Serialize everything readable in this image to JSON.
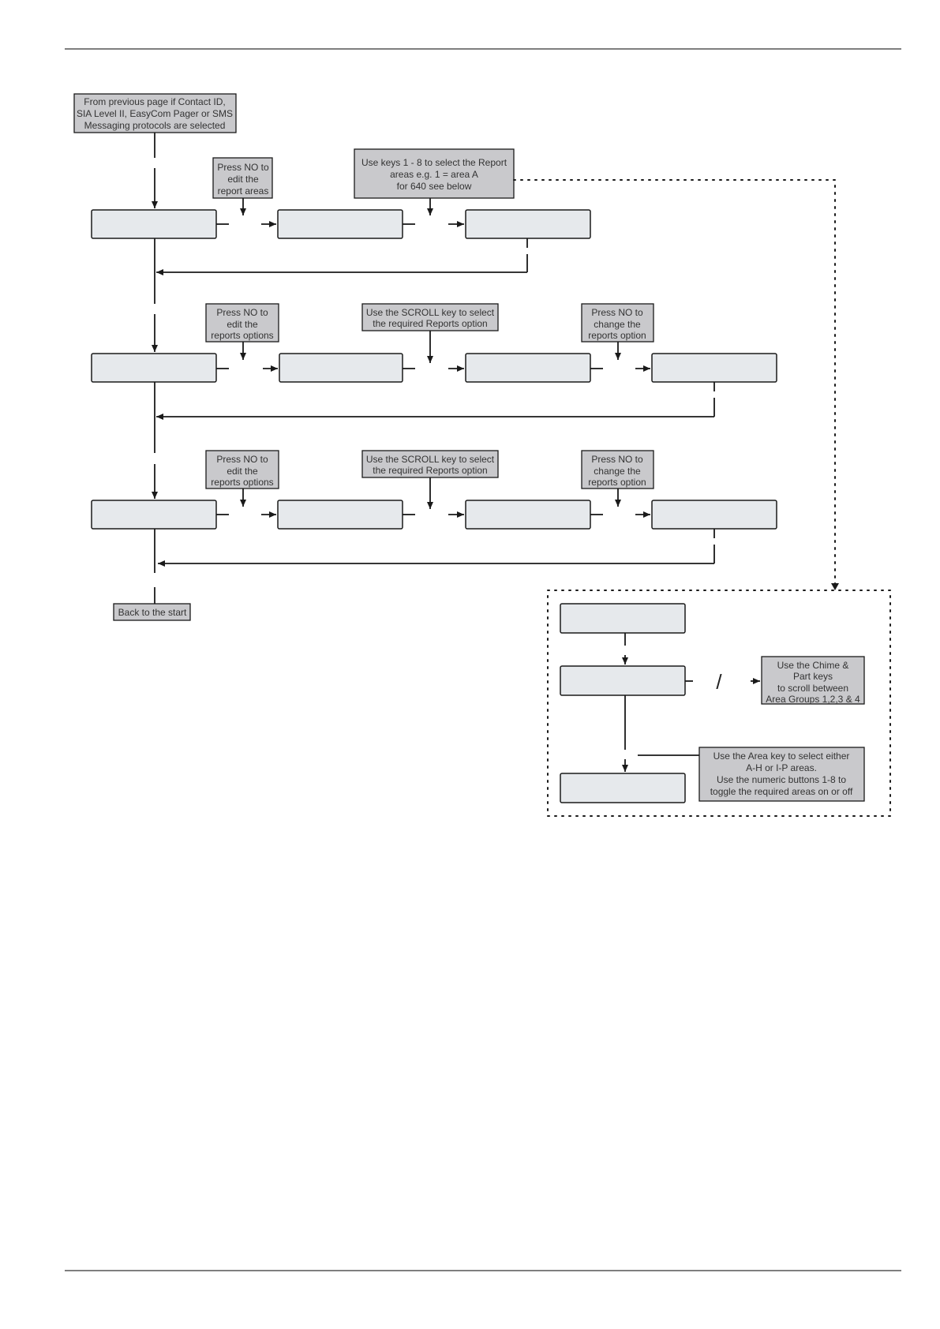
{
  "colors": {
    "display_fill": "#e6e9ec",
    "note_fill": "#c9c9cc",
    "line": "#1a1a1a"
  },
  "notes": {
    "start": [
      "From previous page if Contact ID,",
      "SIA Level II, EasyCom Pager or SMS",
      "Messaging protocols are selected"
    ],
    "row1_press_no": [
      "Press NO to",
      "edit the",
      "report areas"
    ],
    "row1_use_keys": [
      "Use keys 1 - 8 to select the Report",
      "areas e.g.  1 = area A",
      "for 640 see below"
    ],
    "row2_press_no": [
      "Press NO to",
      "edit the",
      "reports options"
    ],
    "row2_scroll": [
      "Use the SCROLL key to select",
      "the required Reports option"
    ],
    "row2_change": [
      "Press NO to",
      "change the",
      "reports option"
    ],
    "row3_press_no": [
      "Press NO to",
      "edit the",
      "reports options"
    ],
    "row3_scroll": [
      "Use the SCROLL key to select",
      "the required Reports option"
    ],
    "row3_change": [
      "Press NO to",
      "change the",
      "reports option"
    ],
    "back": [
      "Back to the start"
    ],
    "chime_part": [
      "Use the Chime &",
      "Part keys",
      "to scroll between",
      "Area Groups 1,2,3 & 4"
    ],
    "area_key": [
      "Use the Area key to select either",
      "A-H or I-P areas.",
      "Use the numeric buttons 1-8 to",
      "toggle the required areas on or off"
    ]
  },
  "slash": "/"
}
